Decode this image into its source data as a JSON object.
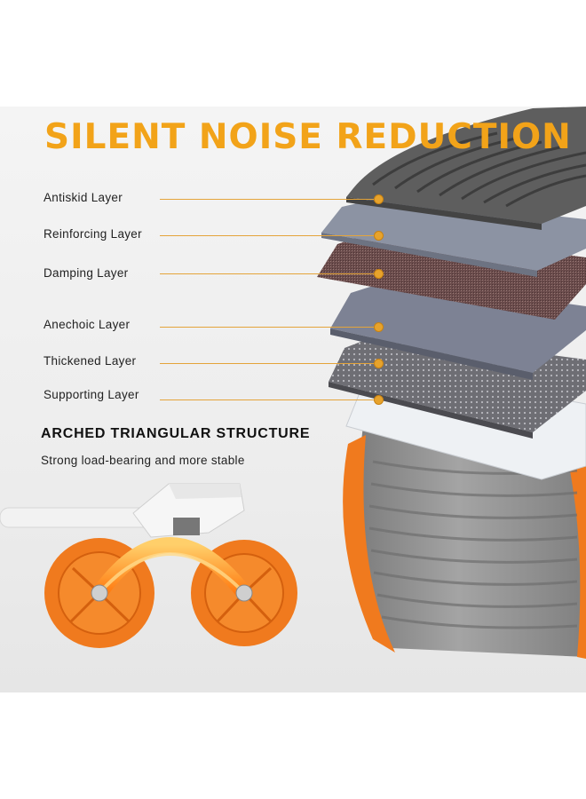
{
  "title": "SILENT NOISE REDUCTION",
  "layers": [
    {
      "label": "Antiskid Layer"
    },
    {
      "label": "Reinforcing Layer"
    },
    {
      "label": "Damping Layer"
    },
    {
      "label": "Anechoic Layer"
    },
    {
      "label": "Thickened Layer"
    },
    {
      "label": "Supporting Layer"
    }
  ],
  "structure": {
    "title": "ARCHED TRIANGULAR STRUCTURE",
    "description": "Strong load-bearing and more stable"
  },
  "colors": {
    "accent_orange": "#f2a319",
    "wheel_orange": "#f07a1e",
    "tread_gray": "#8e8e8e"
  }
}
